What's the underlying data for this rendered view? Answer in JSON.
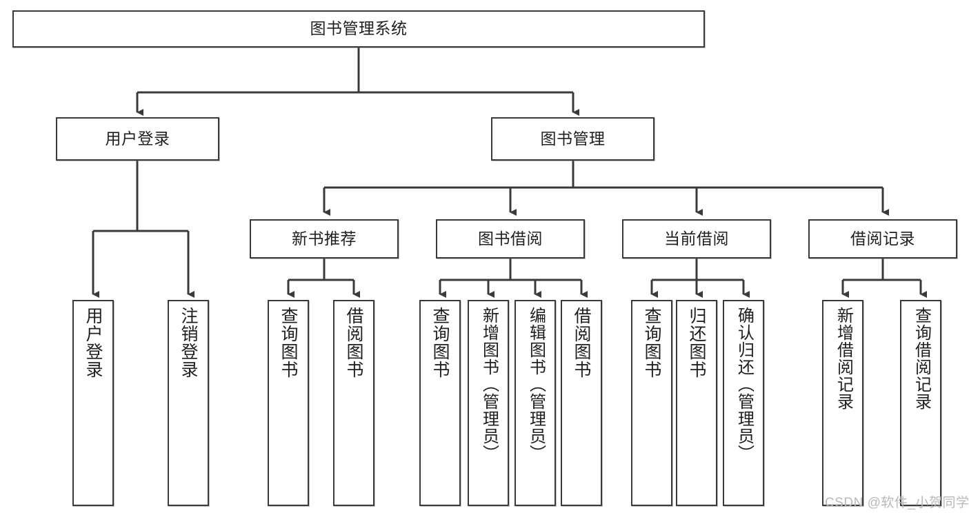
{
  "diagram": {
    "title": "图书管理系统",
    "type": "hierarchy-tree",
    "levels": 4,
    "nodes": {
      "root": {
        "label": "图书管理系统",
        "orientation": "horizontal"
      },
      "level2": [
        {
          "id": "user-login",
          "label": "用户登录",
          "orientation": "horizontal"
        },
        {
          "id": "book-manage",
          "label": "图书管理",
          "orientation": "horizontal"
        }
      ],
      "level3": [
        {
          "id": "new-book-recommend",
          "label": "新书推荐",
          "orientation": "horizontal"
        },
        {
          "id": "book-borrow",
          "label": "图书借阅",
          "orientation": "horizontal"
        },
        {
          "id": "current-borrow",
          "label": "当前借阅",
          "orientation": "horizontal"
        },
        {
          "id": "borrow-record",
          "label": "借阅记录",
          "orientation": "horizontal"
        }
      ],
      "leaves": [
        {
          "id": "leaf-user-login",
          "label": "用户登录",
          "parent": "user-login",
          "orientation": "vertical"
        },
        {
          "id": "leaf-logout-login",
          "label": "注销登录",
          "parent": "user-login",
          "orientation": "vertical"
        },
        {
          "id": "leaf-query-book-1",
          "label": "查询图书",
          "parent": "new-book-recommend",
          "orientation": "vertical"
        },
        {
          "id": "leaf-borrow-book-1",
          "label": "借阅图书",
          "parent": "new-book-recommend",
          "orientation": "vertical"
        },
        {
          "id": "leaf-query-book-2",
          "label": "查询图书",
          "parent": "book-borrow",
          "orientation": "vertical"
        },
        {
          "id": "leaf-add-book",
          "label": "新增图书（管理员）",
          "parent": "book-borrow",
          "orientation": "vertical"
        },
        {
          "id": "leaf-edit-book",
          "label": "编辑图书（管理员）",
          "parent": "book-borrow",
          "orientation": "vertical"
        },
        {
          "id": "leaf-borrow-book-2",
          "label": "借阅图书",
          "parent": "book-borrow",
          "orientation": "vertical"
        },
        {
          "id": "leaf-query-book-3",
          "label": "查询图书",
          "parent": "current-borrow",
          "orientation": "vertical"
        },
        {
          "id": "leaf-return-book",
          "label": "归还图书",
          "parent": "current-borrow",
          "orientation": "vertical"
        },
        {
          "id": "leaf-confirm-return",
          "label": "确认归还（管理员）",
          "parent": "current-borrow",
          "orientation": "vertical"
        },
        {
          "id": "leaf-add-record",
          "label": "新增借阅记录",
          "parent": "borrow-record",
          "orientation": "vertical"
        },
        {
          "id": "leaf-query-record",
          "label": "查询借阅记录",
          "parent": "borrow-record",
          "orientation": "vertical"
        }
      ]
    },
    "colors": {
      "stroke": "#3a3a3a",
      "fill": "#ffffff",
      "text": "#1f1f1f",
      "watermark": "#b9b9b9"
    }
  },
  "watermark": {
    "text": "CSDN @软件_小贺同学"
  }
}
